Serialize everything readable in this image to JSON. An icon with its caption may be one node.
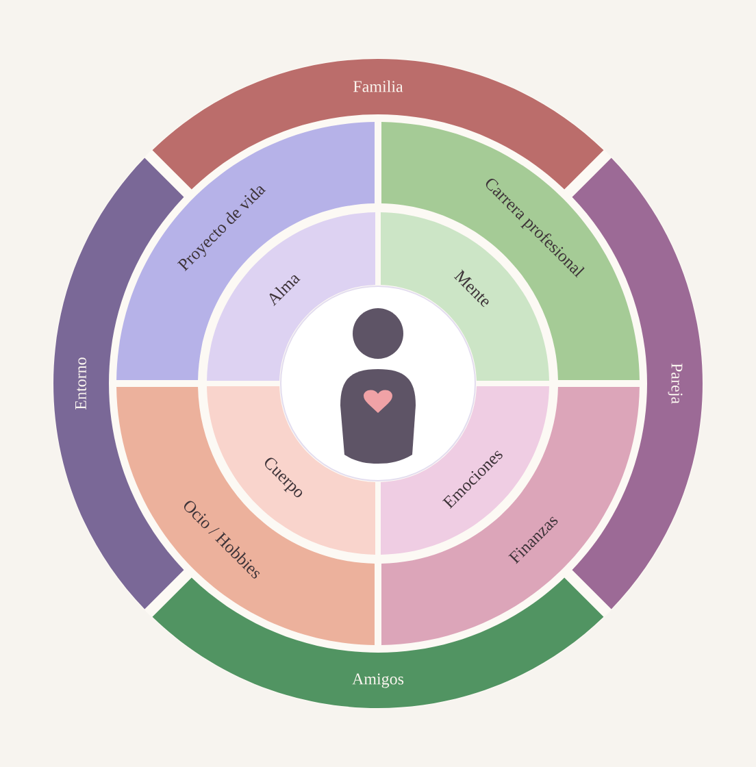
{
  "diagram": {
    "nodes": [
      {
        "text": [
          "Familia"
        ]
      },
      {
        "text": [
          "Pareja"
        ]
      },
      {
        "text": [
          "Amigos"
        ]
      },
      {
        "text": [
          "Entorno"
        ]
      },
      {
        "text": [
          "Proyecto de vida"
        ]
      },
      {
        "text": [
          "Carrera profesional"
        ]
      },
      {
        "text": [
          "Finanzas"
        ]
      },
      {
        "text": [
          "Ocio / Hobbies"
        ]
      },
      {
        "text": [
          "Alma"
        ]
      },
      {
        "text": [
          "Mente"
        ]
      },
      {
        "text": [
          "Emociones"
        ]
      },
      {
        "text": [
          "Cuerpo"
        ]
      },
      {
        "text": [],
        "shape": "circle"
      }
    ]
  }
}
